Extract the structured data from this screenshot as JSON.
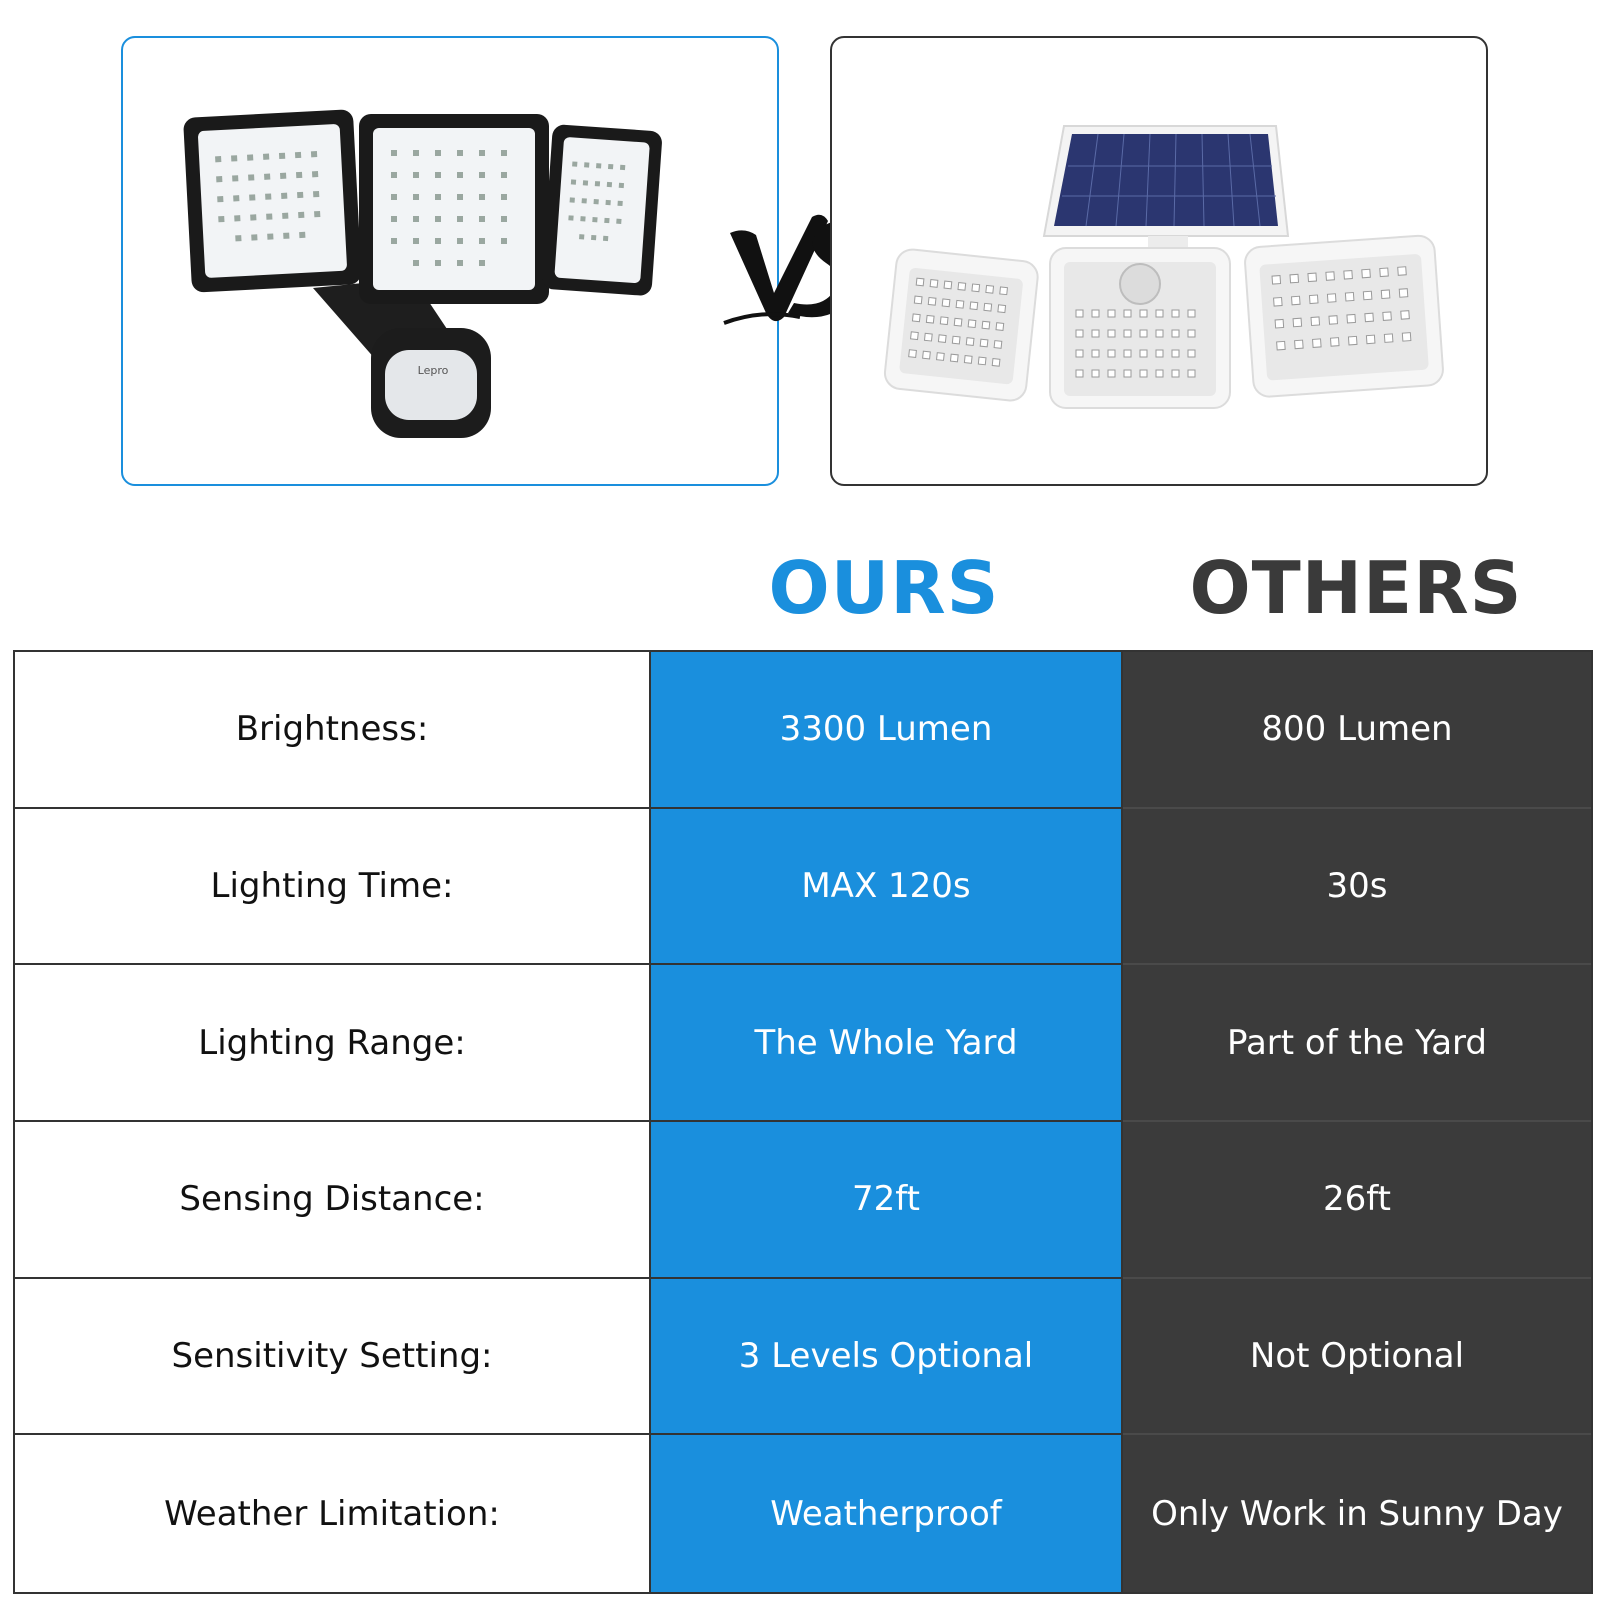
{
  "headings": {
    "ours": "OURS",
    "others": "OTHERS"
  },
  "product_ours": {
    "brand_mark": "Lepro"
  },
  "vs_mark": "VS",
  "colors": {
    "ours": "#1a8fdd",
    "others": "#3b3b3b",
    "border": "#333333"
  },
  "rows": [
    {
      "label": "Brightness:",
      "ours": "3300 Lumen",
      "others": "800 Lumen"
    },
    {
      "label": "Lighting Time:",
      "ours": "MAX 120s",
      "others": "30s"
    },
    {
      "label": "Lighting Range:",
      "ours": "The Whole Yard",
      "others": "Part of the Yard"
    },
    {
      "label": "Sensing Distance:",
      "ours": "72ft",
      "others": "26ft"
    },
    {
      "label": "Sensitivity Setting:",
      "ours": "3 Levels Optional",
      "others": "Not Optional"
    },
    {
      "label": "Weather Limitation:",
      "ours": "Weatherproof",
      "others": "Only Work in Sunny Day"
    }
  ]
}
